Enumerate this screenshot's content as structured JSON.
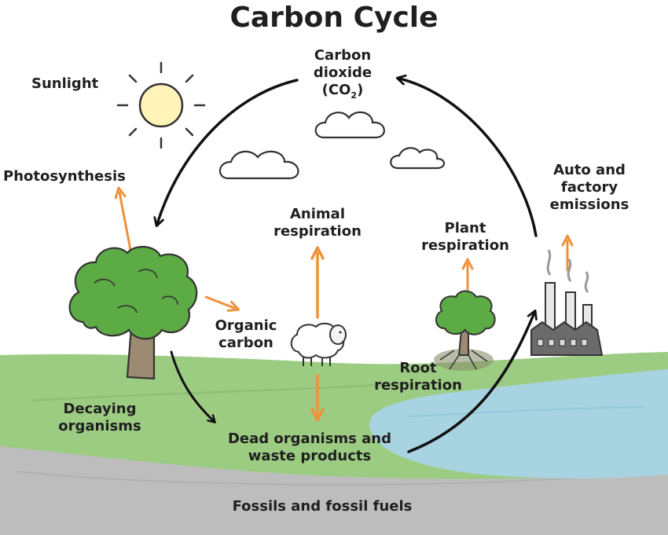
{
  "title": "Carbon Cycle",
  "labels": {
    "sunlight": "Sunlight",
    "co2_line1": "Carbon",
    "co2_line2": "dioxide",
    "co2_open": "(CO",
    "co2_sub": "2",
    "co2_close": ")",
    "photosynthesis": "Photosynthesis",
    "animal_line1": "Animal",
    "animal_line2": "respiration",
    "plant_line1": "Plant",
    "plant_line2": "respiration",
    "auto_line1": "Auto and",
    "auto_line2": "factory",
    "auto_line3": "emissions",
    "organic_line1": "Organic",
    "organic_line2": "carbon",
    "root_line1": "Root",
    "root_line2": "respiration",
    "decaying_line1": "Decaying",
    "decaying_line2": "organisms",
    "dead_line1": "Dead organisms and",
    "dead_line2": "waste products",
    "fossils": "Fossils and fossil fuels"
  },
  "colors": {
    "ground": "#9ccc82",
    "water": "#a8d4e2",
    "fossil": "#bdbdbd",
    "orange_arrow": "#f0913a",
    "black_arrow": "#111111",
    "sun": "#fff3b8",
    "foliage": "#5cab45",
    "trunk": "#9c8a72"
  }
}
